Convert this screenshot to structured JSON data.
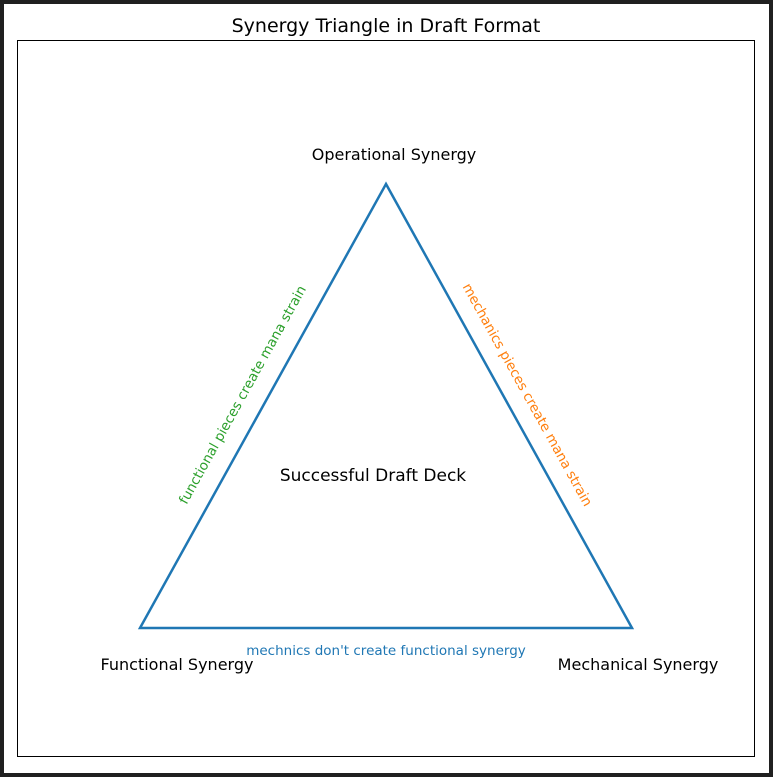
{
  "title": "Synergy Triangle in Draft Format",
  "vertices": {
    "top": "Operational Synergy",
    "left": "Functional Synergy",
    "right": "Mechanical Synergy"
  },
  "center_label": "Successful Draft Deck",
  "edges": {
    "left": {
      "label": "functional pieces create mana strain",
      "color": "#2ca02c"
    },
    "right": {
      "label": "mechanics pieces create mana strain",
      "color": "#ff7f0e"
    },
    "bottom": {
      "label": "mechnics don't create functional synergy",
      "color": "#1f77b4"
    }
  },
  "colors": {
    "triangle": "#1f77b4",
    "axes_border": "#000000",
    "frame": "#202020"
  }
}
